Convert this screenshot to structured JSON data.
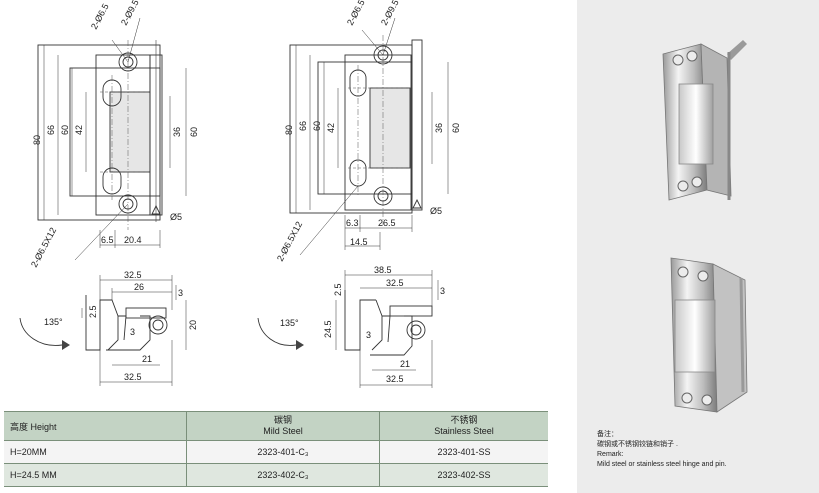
{
  "drawing": {
    "left_view": {
      "holes_top": "2-Ø6.5",
      "holes_top_2": "2-Ø9.5",
      "dims_left": [
        "80",
        "66",
        "60",
        "42"
      ],
      "dims_right": [
        "36",
        "60"
      ],
      "pin_dia": "Ø5",
      "slot_callout": "2-Ø6.5X12",
      "bottom_dims": [
        "6.5",
        "20.4"
      ]
    },
    "right_view": {
      "holes_top": "2-Ø6.5",
      "holes_top_2": "2-Ø9.5",
      "dims_left": [
        "80",
        "66",
        "60",
        "42"
      ],
      "dims_right": [
        "36",
        "60"
      ],
      "pin_dia": "Ø5",
      "slot_callout": "2-Ø6.5X12",
      "bottom_dims": [
        "6.3",
        "26.5"
      ],
      "bottom_dim_2": "14.5"
    },
    "section_left": {
      "angle": "135°",
      "top_width": "32.5",
      "inner_width": "26",
      "thickness": "3",
      "h_small": "2.5",
      "h_total": "20",
      "leaf_3": "3",
      "inner_bottom": "21",
      "bottom_width": "32.5"
    },
    "section_right": {
      "angle": "135°",
      "top_width": "38.5",
      "top_width_2": "32.5",
      "thickness": "3",
      "h_small": "2.5",
      "h_total": "24.5",
      "leaf_3": "3",
      "inner_bottom": "21",
      "bottom_width": "32.5"
    }
  },
  "table": {
    "headers": {
      "col1": "高度 Height",
      "col2_cn": "碳钢",
      "col2_en": "Mild Steel",
      "col3_cn": "不锈钢",
      "col3_en": "Stainless Steel"
    },
    "rows": [
      {
        "height": "H=20MM",
        "mild": "2323-401-C₃",
        "stainless": "2323-401-SS"
      },
      {
        "height": "H=24.5 MM",
        "mild": "2323-402-C₃",
        "stainless": "2323-402-SS"
      }
    ]
  },
  "remark": {
    "cn_title": "备注：",
    "cn_text": "碳钢或不锈钢铰链和销子 .",
    "en_title": "Remark:",
    "en_text": "Mild steel or stainless steel hinge and pin."
  },
  "colors": {
    "table_header": "#c3d3c4",
    "row_alt": "#dfe7df",
    "photo_bg": "#ececec"
  }
}
